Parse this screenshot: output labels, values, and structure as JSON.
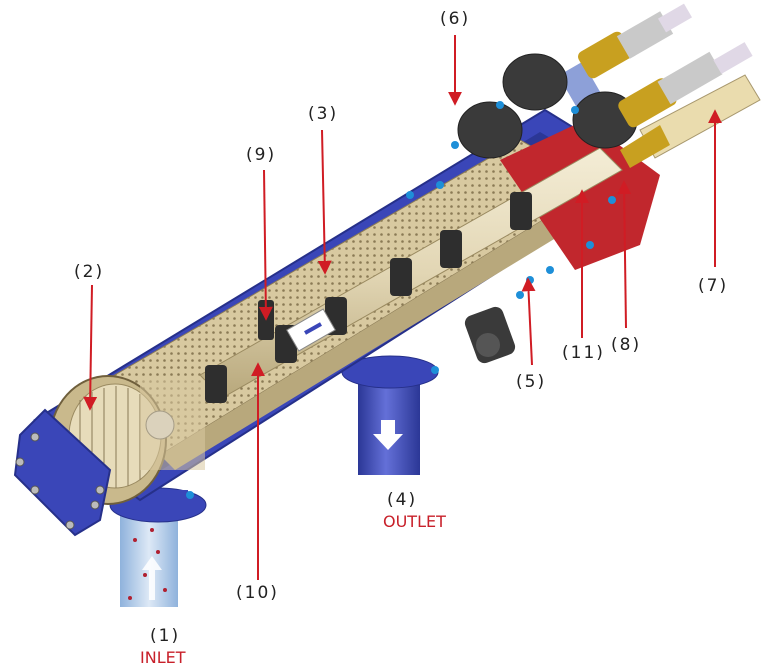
{
  "colors": {
    "housing": "#3a46b8",
    "housing_dark": "#26308a",
    "housing_light": "#5a67d6",
    "screen": "#d8c9a0",
    "screen_dark": "#a8986e",
    "interior_red": "#c1272d",
    "pipe": "#e6dcc0",
    "valve_dark": "#3a3a3a",
    "brass": "#c8a020",
    "arrow_red": "#d01c24",
    "label_red": "#c8202a",
    "fitting_blue": "#1e8fd8"
  },
  "callouts": [
    {
      "id": "c1",
      "label": "(1)",
      "sub": "INLET"
    },
    {
      "id": "c2",
      "label": "(2)"
    },
    {
      "id": "c3",
      "label": "(3)"
    },
    {
      "id": "c4",
      "label": "(4)",
      "sub": "OUTLET"
    },
    {
      "id": "c5",
      "label": "(5)"
    },
    {
      "id": "c6",
      "label": "(6)"
    },
    {
      "id": "c7",
      "label": "(7)"
    },
    {
      "id": "c8",
      "label": "(8)"
    },
    {
      "id": "c9",
      "label": "(9)"
    },
    {
      "id": "c10",
      "label": "(10)"
    },
    {
      "id": "c11",
      "label": "(11)"
    }
  ]
}
